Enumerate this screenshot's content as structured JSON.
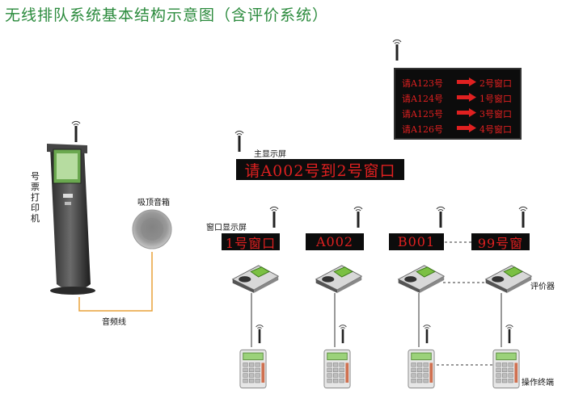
{
  "title": "无线排队系统基本结构示意图（含评价系统）",
  "labels": {
    "kiosk": "号票打印机",
    "speaker": "吸顶音箱",
    "audio_line": "音频线",
    "main_display": "主显示屏",
    "window_display": "窗口显示屏",
    "evaluator": "评价器",
    "terminal": "操作终端"
  },
  "main_display_text": "请A002号到2号窗口",
  "window_displays": [
    "1号窗口",
    "A002",
    "B001",
    "99号窗"
  ],
  "big_board": [
    {
      "queue": "请A123号",
      "window": "2号窗口"
    },
    {
      "queue": "请A124号",
      "window": "1号窗口"
    },
    {
      "queue": "请A125号",
      "window": "3号窗口"
    },
    {
      "queue": "请A126号",
      "window": "4号窗口"
    }
  ],
  "colors": {
    "title": "#2a8a3c",
    "led_text": "#e02020",
    "led_background": "#0c0c0c",
    "audio_line": "#e8a23a",
    "kiosk_screen": "#6aa84f"
  }
}
